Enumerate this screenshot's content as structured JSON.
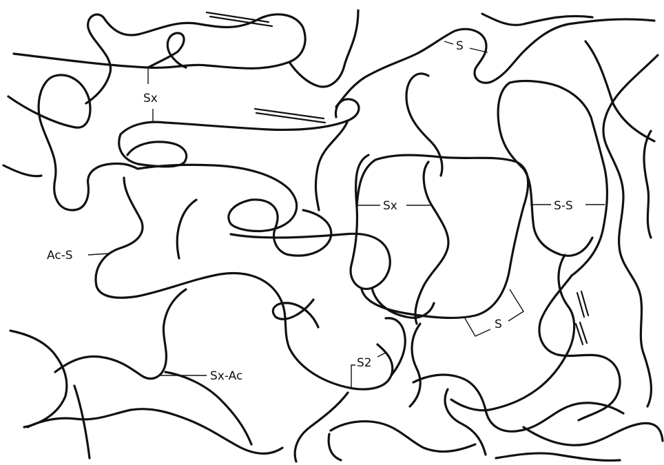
{
  "labels": {
    "top_s": "S",
    "sx_top": "Sx",
    "sx_mid": "Sx",
    "ss_right": "S-S",
    "ac_s": "Ac-S",
    "s_box": "S",
    "s2": "S2",
    "sx_ac": "Sx-Ac"
  },
  "colors": {
    "ink": "#111111",
    "background": "#ffffff"
  }
}
